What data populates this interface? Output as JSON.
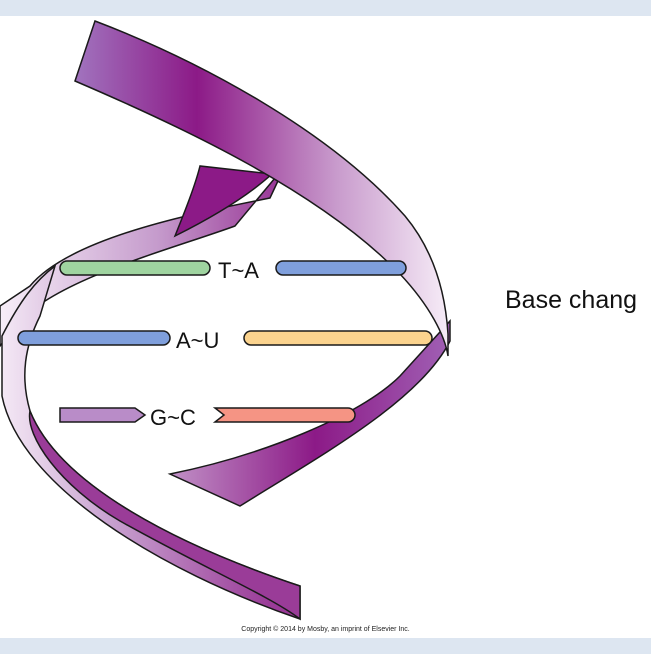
{
  "diagram": {
    "side_label": "Base chang",
    "copyright": "Copyright © 2014 by Mosby, an imprint of Elsevier Inc.",
    "base_pairs": [
      {
        "label": "T~A",
        "left_color": "#9fd4a0",
        "right_color": "#7f9fdc"
      },
      {
        "label": "A~U",
        "left_color": "#7f9fdc",
        "right_color": "#fbd38e"
      },
      {
        "label": "G~C",
        "left_color": "#b98cc8",
        "right_color": "#f59484"
      }
    ],
    "colors": {
      "strand_dark": "#8c1a87",
      "strand_light": "#f5eaf6",
      "outline": "#1a1a1a"
    }
  }
}
